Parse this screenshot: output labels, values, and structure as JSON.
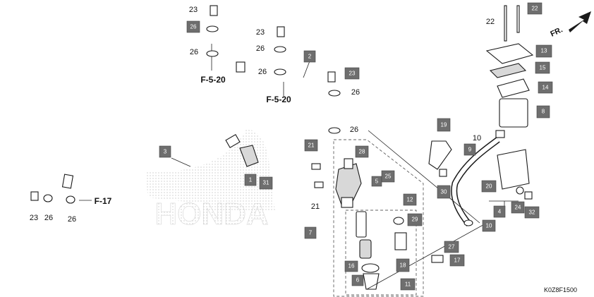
{
  "diagram_code": "K0Z8F1500",
  "direction_label": "FR.",
  "watermark_text": "HONDA",
  "reference_labels": [
    "F-5-20",
    "F-5-20",
    "F-17"
  ],
  "boxed_parts": [
    {
      "n": "26"
    },
    {
      "n": "2"
    },
    {
      "n": "23"
    },
    {
      "n": "3"
    },
    {
      "n": "1"
    },
    {
      "n": "31"
    },
    {
      "n": "21"
    },
    {
      "n": "28"
    },
    {
      "n": "5"
    },
    {
      "n": "25"
    },
    {
      "n": "12"
    },
    {
      "n": "29"
    },
    {
      "n": "7"
    },
    {
      "n": "16"
    },
    {
      "n": "18"
    },
    {
      "n": "6"
    },
    {
      "n": "11"
    },
    {
      "n": "19"
    },
    {
      "n": "30"
    },
    {
      "n": "9"
    },
    {
      "n": "20"
    },
    {
      "n": "4"
    },
    {
      "n": "24"
    },
    {
      "n": "32"
    },
    {
      "n": "10"
    },
    {
      "n": "27"
    },
    {
      "n": "17"
    },
    {
      "n": "13"
    },
    {
      "n": "15"
    },
    {
      "n": "14"
    },
    {
      "n": "8"
    },
    {
      "n": "22"
    }
  ],
  "plain_parts": [
    {
      "n": "23"
    },
    {
      "n": "26"
    },
    {
      "n": "23"
    },
    {
      "n": "26"
    },
    {
      "n": "26"
    },
    {
      "n": "26"
    },
    {
      "n": "26"
    },
    {
      "n": "21"
    },
    {
      "n": "23"
    },
    {
      "n": "26"
    },
    {
      "n": "26"
    },
    {
      "n": "22"
    },
    {
      "n": "10"
    }
  ]
}
